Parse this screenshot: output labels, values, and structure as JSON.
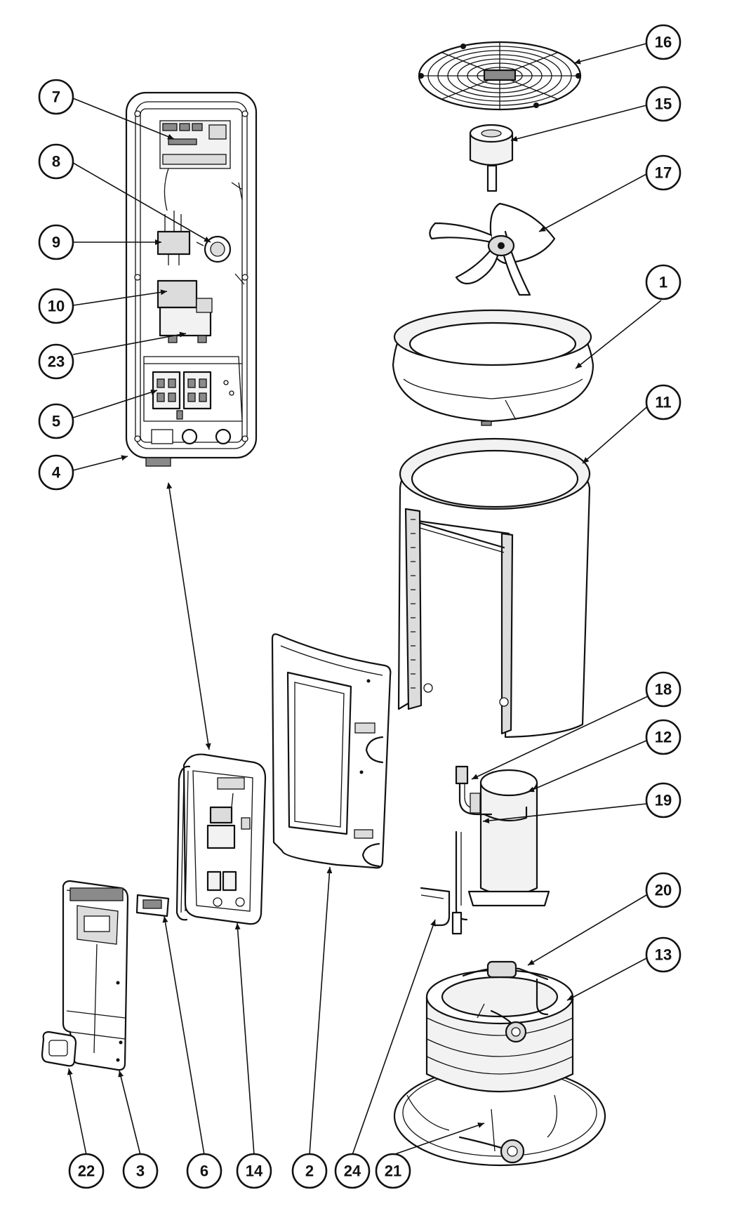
{
  "callouts": [
    {
      "id": "c16",
      "label": "16"
    },
    {
      "id": "c15",
      "label": "15"
    },
    {
      "id": "c17",
      "label": "17"
    },
    {
      "id": "c1",
      "label": "1"
    },
    {
      "id": "c11",
      "label": "11"
    },
    {
      "id": "c18",
      "label": "18"
    },
    {
      "id": "c12",
      "label": "12"
    },
    {
      "id": "c19",
      "label": "19"
    },
    {
      "id": "c20",
      "label": "20"
    },
    {
      "id": "c13",
      "label": "13"
    },
    {
      "id": "c7",
      "label": "7"
    },
    {
      "id": "c8",
      "label": "8"
    },
    {
      "id": "c9",
      "label": "9"
    },
    {
      "id": "c10",
      "label": "10"
    },
    {
      "id": "c23",
      "label": "23"
    },
    {
      "id": "c5",
      "label": "5"
    },
    {
      "id": "c4",
      "label": "4"
    },
    {
      "id": "c22",
      "label": "22"
    },
    {
      "id": "c3",
      "label": "3"
    },
    {
      "id": "c6",
      "label": "6"
    },
    {
      "id": "c14",
      "label": "14"
    },
    {
      "id": "c2",
      "label": "2"
    },
    {
      "id": "c24",
      "label": "24"
    },
    {
      "id": "c21",
      "label": "21"
    }
  ]
}
